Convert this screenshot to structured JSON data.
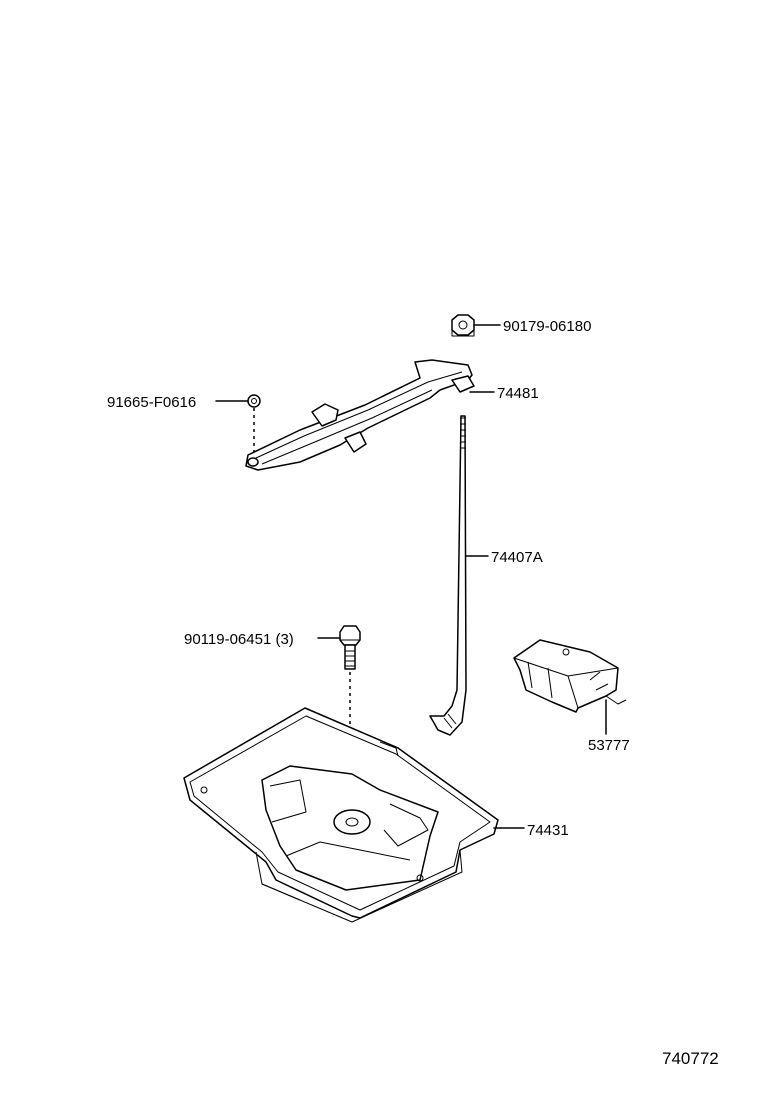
{
  "diagram": {
    "drawing_number": "740772",
    "parts": [
      {
        "id": "nut",
        "part_number": "90179-06180"
      },
      {
        "id": "clamp",
        "part_number": "74481"
      },
      {
        "id": "grommet",
        "part_number": "91665-F0616"
      },
      {
        "id": "rod",
        "part_number": "74407A"
      },
      {
        "id": "bolt",
        "part_number": "90119-06451 (3)"
      },
      {
        "id": "bracket",
        "part_number": "53777"
      },
      {
        "id": "tray",
        "part_number": "74431"
      }
    ]
  }
}
